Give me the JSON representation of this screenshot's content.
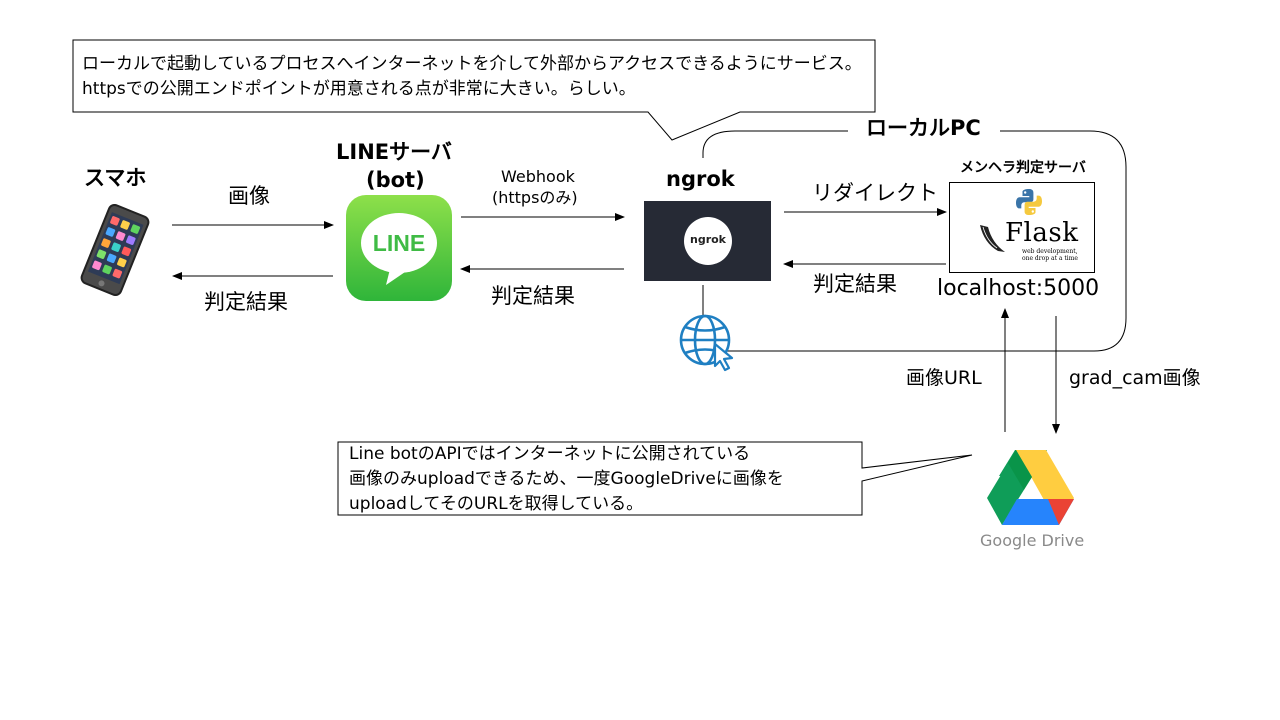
{
  "callout_top": {
    "line1": "ローカルで起動しているプロセスへインターネットを介して外部からアクセスできるようにサービス。",
    "line2": "httpsでの公開エンドポイントが用意される点が非常に大きい。らしい。"
  },
  "callout_bottom": {
    "line1": "Line botのAPIではインターネットに公開されている",
    "line2": "画像のみuploadできるため、一度GoogleDriveに画像を",
    "line3": "uploadしてそのURLを取得している。"
  },
  "local_pc_label": "ローカルPC",
  "nodes": {
    "smartphone": {
      "label": "スマホ",
      "icon": "smartphone-icon"
    },
    "line_server": {
      "label_line1": "LINEサーバ",
      "label_line2": "(bot)",
      "logo_text": "LINE",
      "color": "#4cc764"
    },
    "ngrok": {
      "label": "ngrok",
      "logo_text": "ngrok",
      "box_color": "#262a35"
    },
    "menhera_server": {
      "label": "メンヘラ判定サーバ",
      "flask_text": "Flask",
      "flask_sub1": "web development,",
      "flask_sub2": "one drop at a time",
      "address": "localhost:5000"
    },
    "google_drive": {
      "label": "Google Drive"
    }
  },
  "edges": {
    "phone_to_line": "画像",
    "line_to_phone": "判定結果",
    "line_to_ngrok_1": "Webhook",
    "line_to_ngrok_2": "(httpsのみ)",
    "ngrok_to_line": "判定結果",
    "ngrok_to_server": "リダイレクト",
    "server_to_ngrok": "判定結果",
    "drive_to_server": "画像URL",
    "server_to_drive": "grad_cam画像"
  }
}
